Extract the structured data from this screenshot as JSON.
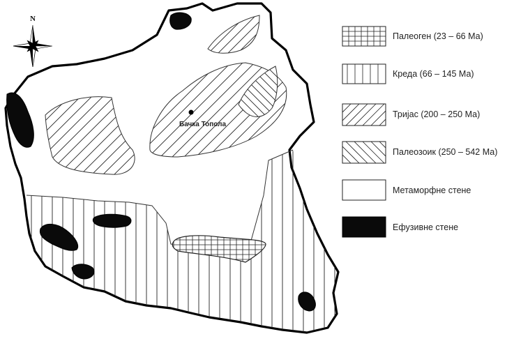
{
  "compass": {
    "north_label": "N"
  },
  "city": {
    "name": "Бачка Топола"
  },
  "legend": [
    {
      "id": "paleogen",
      "label": "Палеоген (23 – 66 Ма)"
    },
    {
      "id": "kreda",
      "label": "Креда (66 – 145 Ма)"
    },
    {
      "id": "trijas",
      "label": "Тријас (200 – 250 Ма)"
    },
    {
      "id": "paleozoik",
      "label": "Палеозоик (250 – 542 Ма)"
    },
    {
      "id": "meta",
      "label": "Метаморфне стене"
    },
    {
      "id": "efuz",
      "label": "Ефузивне стене"
    }
  ]
}
